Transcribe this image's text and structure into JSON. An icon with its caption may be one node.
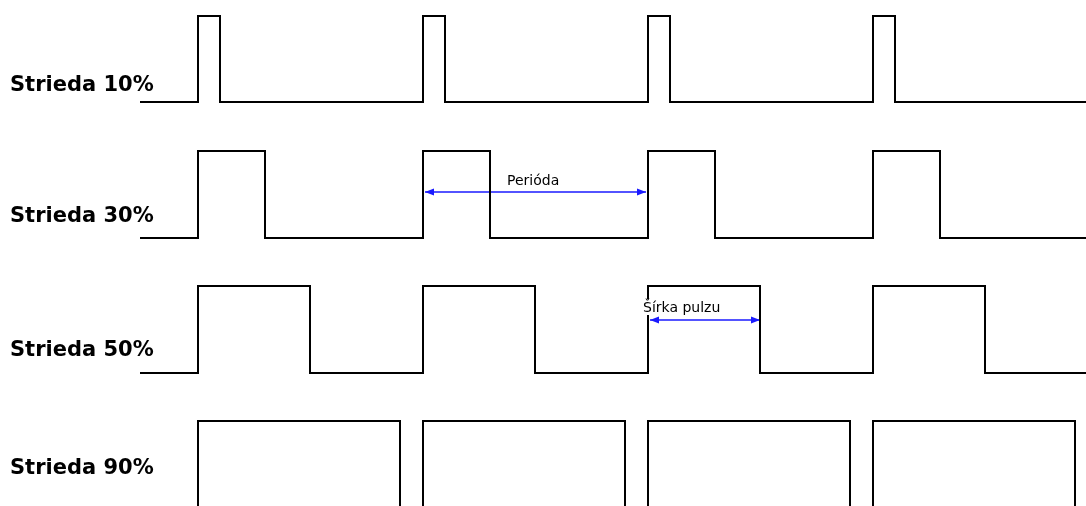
{
  "diagram": {
    "labels": [
      "Strieda 10%",
      "Perióda",
      "Strieda 30%",
      "Šírka pulzu",
      "Strieda 50%",
      "Strieda 90%"
    ]
  }
}
